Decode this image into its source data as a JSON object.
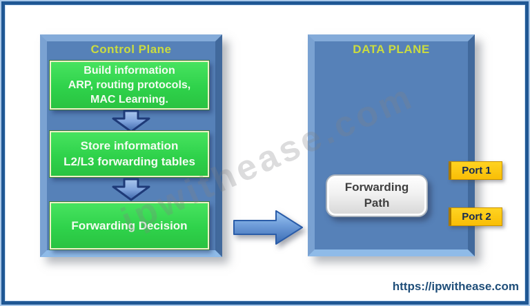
{
  "colors": {
    "panel_blue": "#5681B8",
    "step_green": "#2FD24B",
    "title_yellow": "#CBDC3F",
    "port_gold": "#FFC412",
    "frame_navy": "#1F5794",
    "url_blue": "#1F4E79",
    "arrow_blue": "#4D7FC0"
  },
  "control_plane": {
    "title": "Control Plane",
    "steps": [
      {
        "lines": [
          "Build information",
          "ARP, routing protocols,",
          "MAC Learning."
        ]
      },
      {
        "lines": [
          "Store information",
          "L2/L3 forwarding tables"
        ]
      },
      {
        "lines": [
          "Forwarding Decision"
        ]
      }
    ]
  },
  "data_plane": {
    "title": "DATA PLANE",
    "forwarding_path": {
      "lines": [
        "Forwarding",
        "Path"
      ]
    },
    "ports": [
      {
        "label": "Port 1"
      },
      {
        "label": "Port 2"
      }
    ]
  },
  "watermark": "ipwithease.com",
  "footer": {
    "url": "https://ipwithease.com"
  }
}
